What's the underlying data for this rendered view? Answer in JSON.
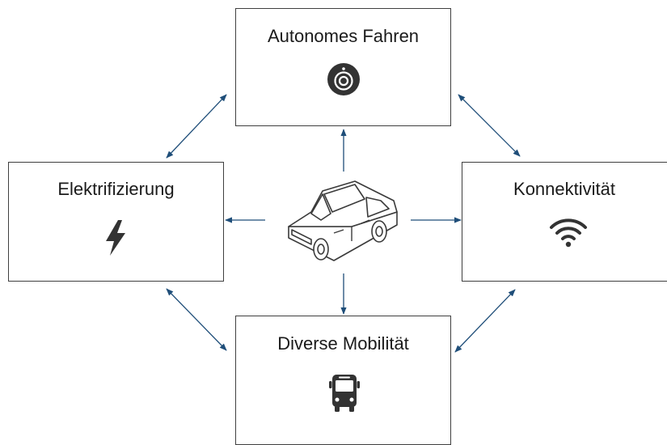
{
  "nodes": {
    "top": {
      "label": "Autonomes Fahren",
      "icon": "camera-icon"
    },
    "left": {
      "label": "Elektrifizierung",
      "icon": "lightning-bolt-icon"
    },
    "right": {
      "label": "Konnektivität",
      "icon": "wifi-icon"
    },
    "bottom": {
      "label": "Diverse Mobilität",
      "icon": "bus-icon"
    },
    "center": {
      "icon": "car-icon"
    }
  },
  "colors": {
    "arrow": "#1f4e79",
    "border": "#3f3f3f",
    "icon": "#333333"
  }
}
